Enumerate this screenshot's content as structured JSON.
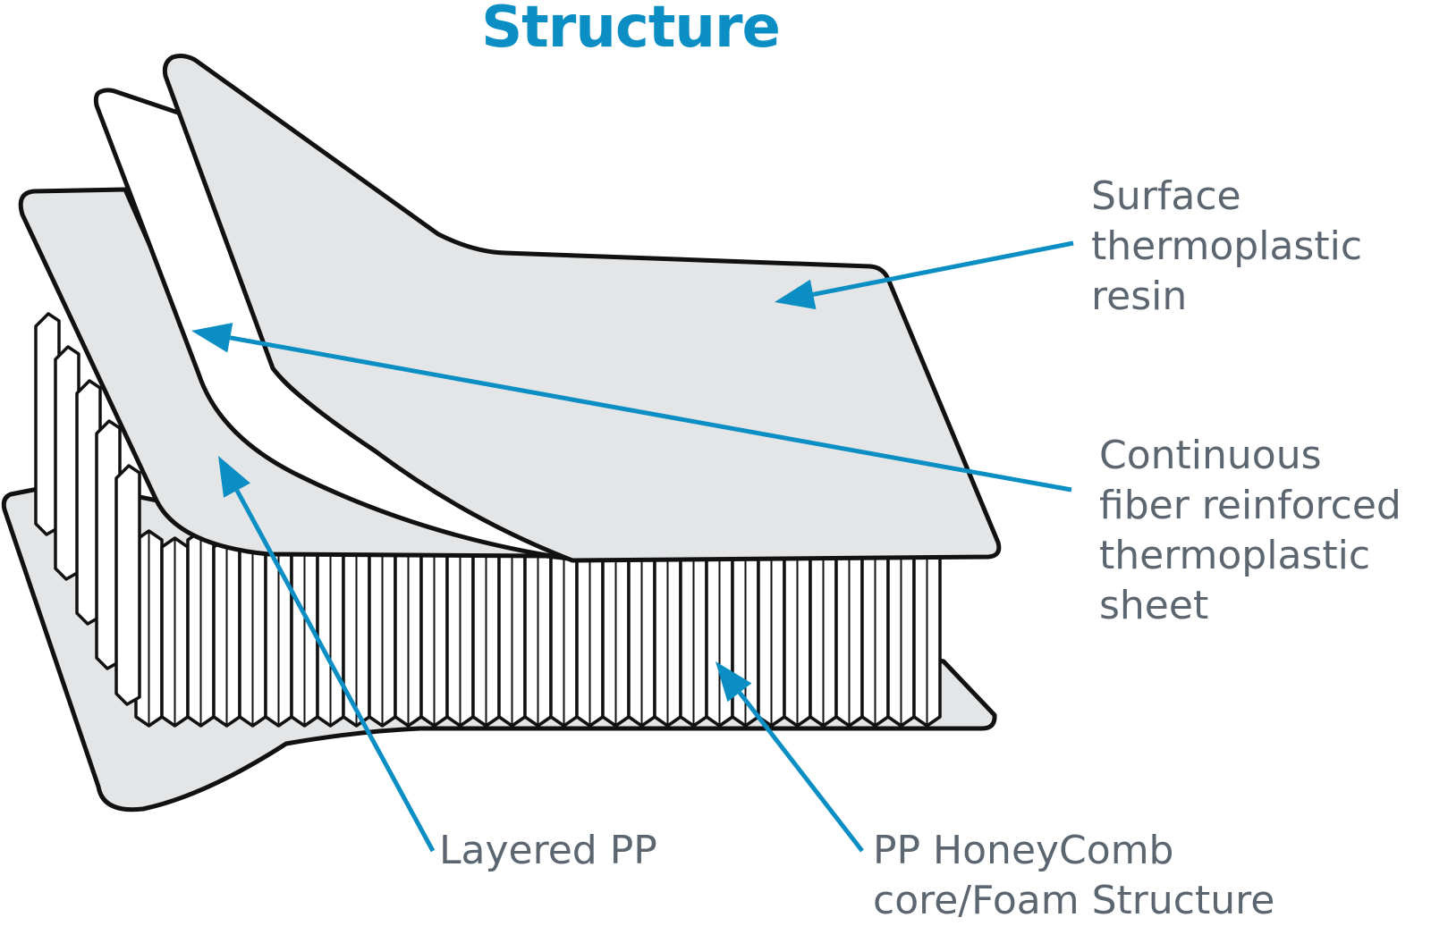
{
  "title": "Structure",
  "colors": {
    "accent": "#0a8ec3",
    "label_text": "#5c6670",
    "sheet_fill": "#e4e5e6",
    "outline": "#111111"
  },
  "labels": {
    "surface": [
      "Surface",
      "thermoplastic",
      "resin"
    ],
    "fiber": [
      "Continuous",
      "fiber reinforced",
      "thermoplastic",
      "sheet"
    ],
    "layered": [
      "Layered PP"
    ],
    "honeycomb": [
      "PP HoneyComb",
      "core/Foam Structure"
    ]
  }
}
